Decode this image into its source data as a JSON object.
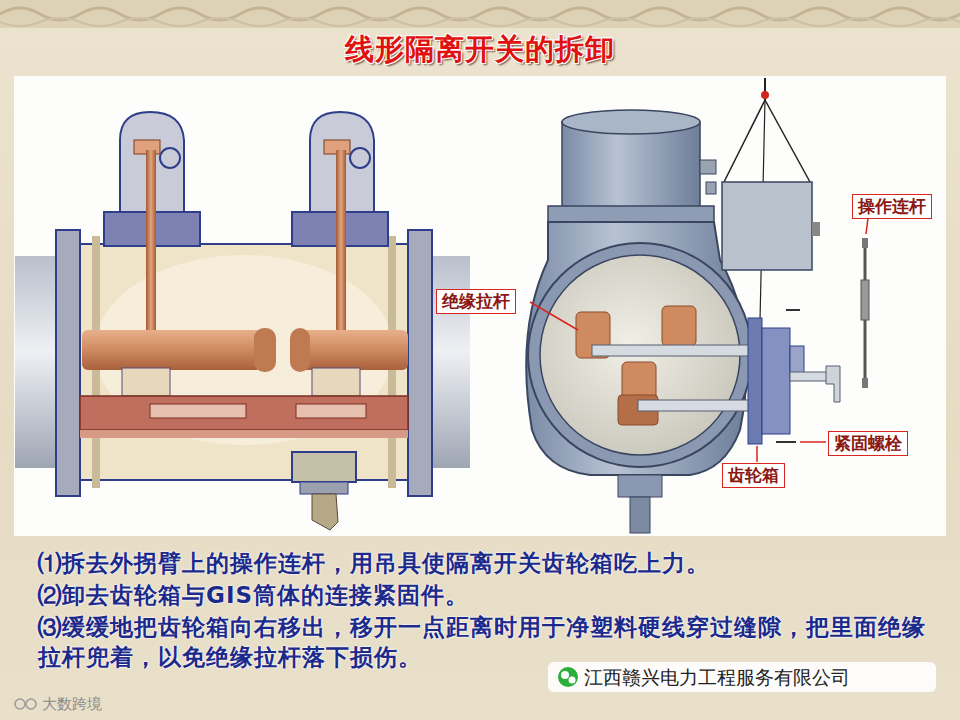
{
  "diagram": {
    "title": "线形隔离开关的拆卸",
    "nodes": [
      {
        "text": [
          "操作连杆"
        ]
      },
      {
        "text": [
          "绝缘拉杆"
        ]
      },
      {
        "text": [
          "紧固螺栓"
        ]
      },
      {
        "text": [
          "齿轮箱"
        ]
      }
    ],
    "labels": [
      "⑴拆去外拐臂上的操作连杆，用吊具使隔离开关齿轮箱吃上力。",
      "⑵卸去齿轮箱与GIS筒体的连接紧固件。",
      "⑶缓缓地把齿轮箱向右移出，移开一点距离时用于净塑料硬线穿过缝隙，把里面绝缘拉杆兜着，以免绝缘拉杆落下损伤。",
      "江西赣兴电力工程服务有限公司",
      "大数跨境"
    ]
  }
}
